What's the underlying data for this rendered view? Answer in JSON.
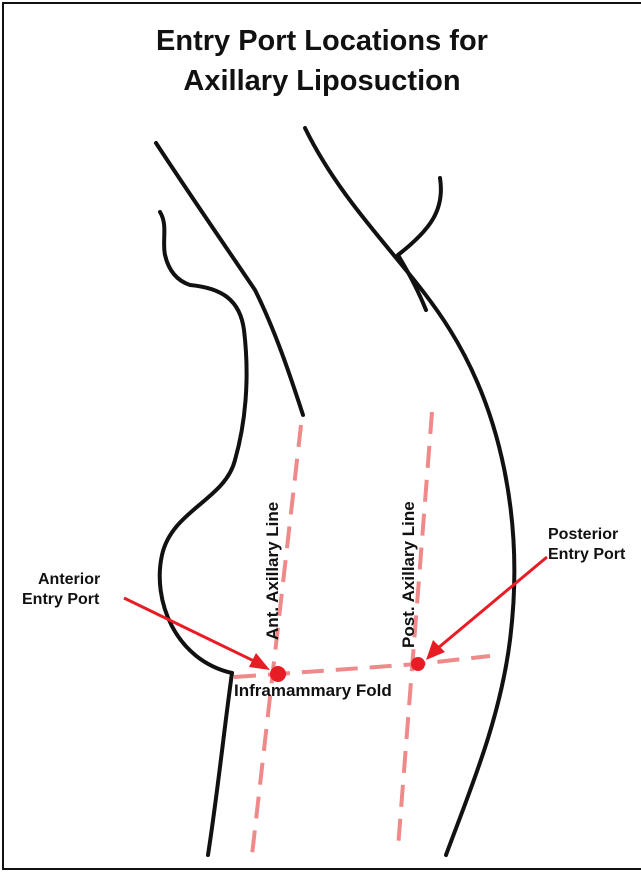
{
  "title": {
    "line1": "Entry Port Locations for",
    "line2": "Axillary Liposuction"
  },
  "labels": {
    "ant_axillary_line": "Ant. Axillary Line",
    "post_axillary_line": "Post. Axillary Line",
    "inframammary_fold": "Inframammary Fold",
    "anterior_port_line1": "Anterior",
    "anterior_port_line2": "Entry Port",
    "posterior_port_line1": "Posterior",
    "posterior_port_line2": "Entry Port"
  },
  "colors": {
    "outline": "#111111",
    "guide_lines": "#ee8a8a",
    "port_marker": "#e81c24",
    "arrows": "#e81c24"
  }
}
